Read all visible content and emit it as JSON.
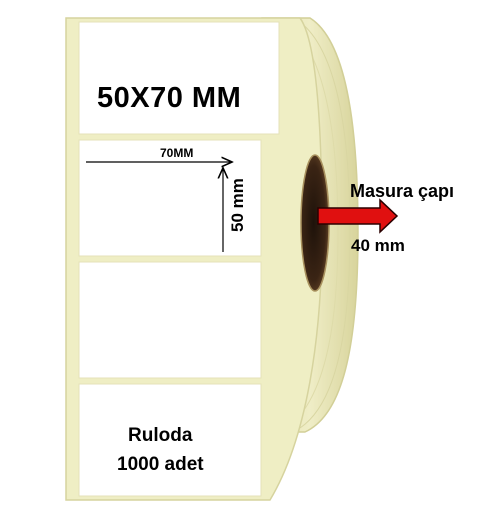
{
  "product": {
    "size_title": "50X70 MM",
    "width_label": "70MM",
    "height_label": "50 mm",
    "core_label": "Masura çapı",
    "core_value": "40 mm",
    "quantity_line1": "Ruloda",
    "quantity_line2": "1000 adet"
  },
  "colors": {
    "roll_cream": "#efeec4",
    "roll_shadow": "#c9c68f",
    "label_white": "#ffffff",
    "core_dark": "#3a2414",
    "arrow_red": "#e01010"
  }
}
